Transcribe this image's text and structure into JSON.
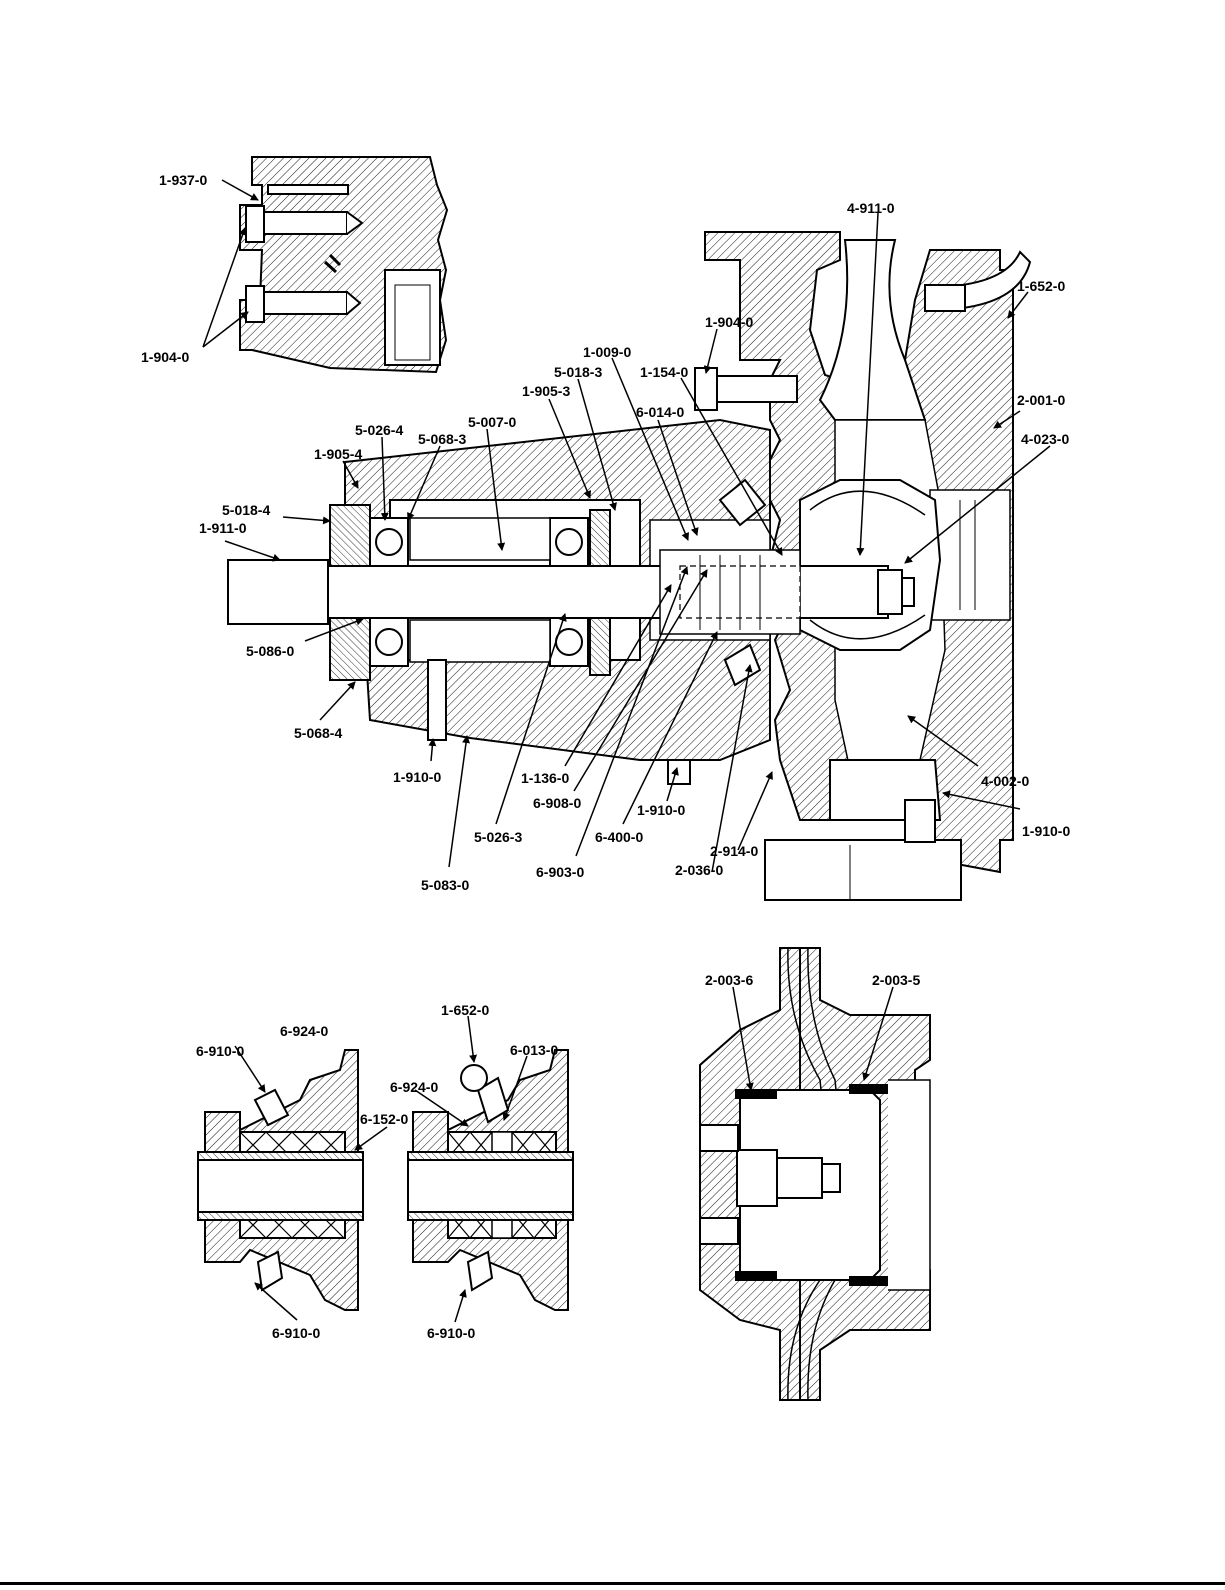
{
  "figure": {
    "background": "#ffffff",
    "ink": "#000000",
    "callouts": {
      "c1": "1-937-0",
      "c2": "1-904-0",
      "c3": "4-911-0",
      "c4": "1-652-0",
      "c5": "1-904-0",
      "c6": "1-009-0",
      "c7": "5-018-3",
      "c8": "1-154-0",
      "c9": "1-905-3",
      "c10": "2-001-0",
      "c11": "5-007-0",
      "c12": "6-014-0",
      "c13": "5-026-4",
      "c14": "4-023-0",
      "c15": "5-068-3",
      "c16": "1-905-4",
      "c17": "5-018-4",
      "c18": "1-911-0",
      "c19": "5-086-0",
      "c20": "5-068-4",
      "c21": "1-910-0",
      "c22": "1-136-0",
      "c23": "6-908-0",
      "c24": "1-910-0",
      "c25": "4-002-0",
      "c26": "5-026-3",
      "c27": "6-400-0",
      "c28": "2-914-0",
      "c29": "1-910-0",
      "c30": "6-903-0",
      "c31": "2-036-0",
      "c32": "5-083-0",
      "c33": "2-003-6",
      "c34": "2-003-5",
      "c35": "1-652-0",
      "c36": "6-924-0",
      "c37": "6-013-0",
      "c38": "6-910-0",
      "c39": "6-924-0",
      "c40": "6-152-0",
      "c41": "6-910-0",
      "c42": "6-910-0"
    }
  }
}
